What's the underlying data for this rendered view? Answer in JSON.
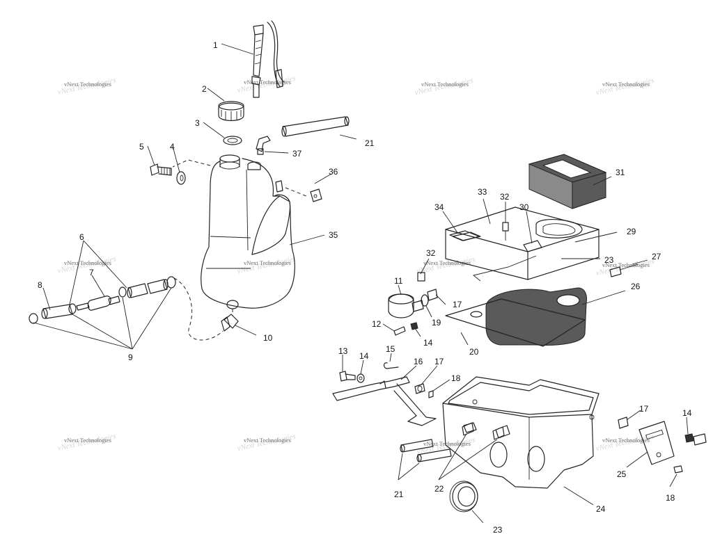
{
  "watermark": {
    "text": "vNext Technologies"
  },
  "callouts": [
    {
      "id": "c1",
      "text": "1"
    },
    {
      "id": "c2",
      "text": "2"
    },
    {
      "id": "c3",
      "text": "3"
    },
    {
      "id": "c4",
      "text": "4"
    },
    {
      "id": "c5",
      "text": "5"
    },
    {
      "id": "c6",
      "text": "6"
    },
    {
      "id": "c7",
      "text": "7"
    },
    {
      "id": "c8",
      "text": "8"
    },
    {
      "id": "c9",
      "text": "9"
    },
    {
      "id": "c10",
      "text": "10"
    },
    {
      "id": "c11",
      "text": "11"
    },
    {
      "id": "c12",
      "text": "12"
    },
    {
      "id": "c13",
      "text": "13"
    },
    {
      "id": "c14a",
      "text": "14"
    },
    {
      "id": "c14b",
      "text": "14"
    },
    {
      "id": "c14c",
      "text": "14"
    },
    {
      "id": "c15",
      "text": "15"
    },
    {
      "id": "c16",
      "text": "16"
    },
    {
      "id": "c17a",
      "text": "17"
    },
    {
      "id": "c17b",
      "text": "17"
    },
    {
      "id": "c17c",
      "text": "17"
    },
    {
      "id": "c18a",
      "text": "18"
    },
    {
      "id": "c18b",
      "text": "18"
    },
    {
      "id": "c19",
      "text": "19"
    },
    {
      "id": "c20",
      "text": "20"
    },
    {
      "id": "c21a",
      "text": "21"
    },
    {
      "id": "c21b",
      "text": "21"
    },
    {
      "id": "c22",
      "text": "22"
    },
    {
      "id": "c23a",
      "text": "23"
    },
    {
      "id": "c23b",
      "text": "23"
    },
    {
      "id": "c24",
      "text": "24"
    },
    {
      "id": "c25",
      "text": "25"
    },
    {
      "id": "c26",
      "text": "26"
    },
    {
      "id": "c27",
      "text": "27"
    },
    {
      "id": "c29",
      "text": "29"
    },
    {
      "id": "c30",
      "text": "30"
    },
    {
      "id": "c31",
      "text": "31"
    },
    {
      "id": "c32a",
      "text": "32"
    },
    {
      "id": "c32b",
      "text": "32"
    },
    {
      "id": "c33",
      "text": "33"
    },
    {
      "id": "c34",
      "text": "34"
    },
    {
      "id": "c35",
      "text": "35"
    },
    {
      "id": "c36",
      "text": "36"
    },
    {
      "id": "c37",
      "text": "37"
    }
  ]
}
